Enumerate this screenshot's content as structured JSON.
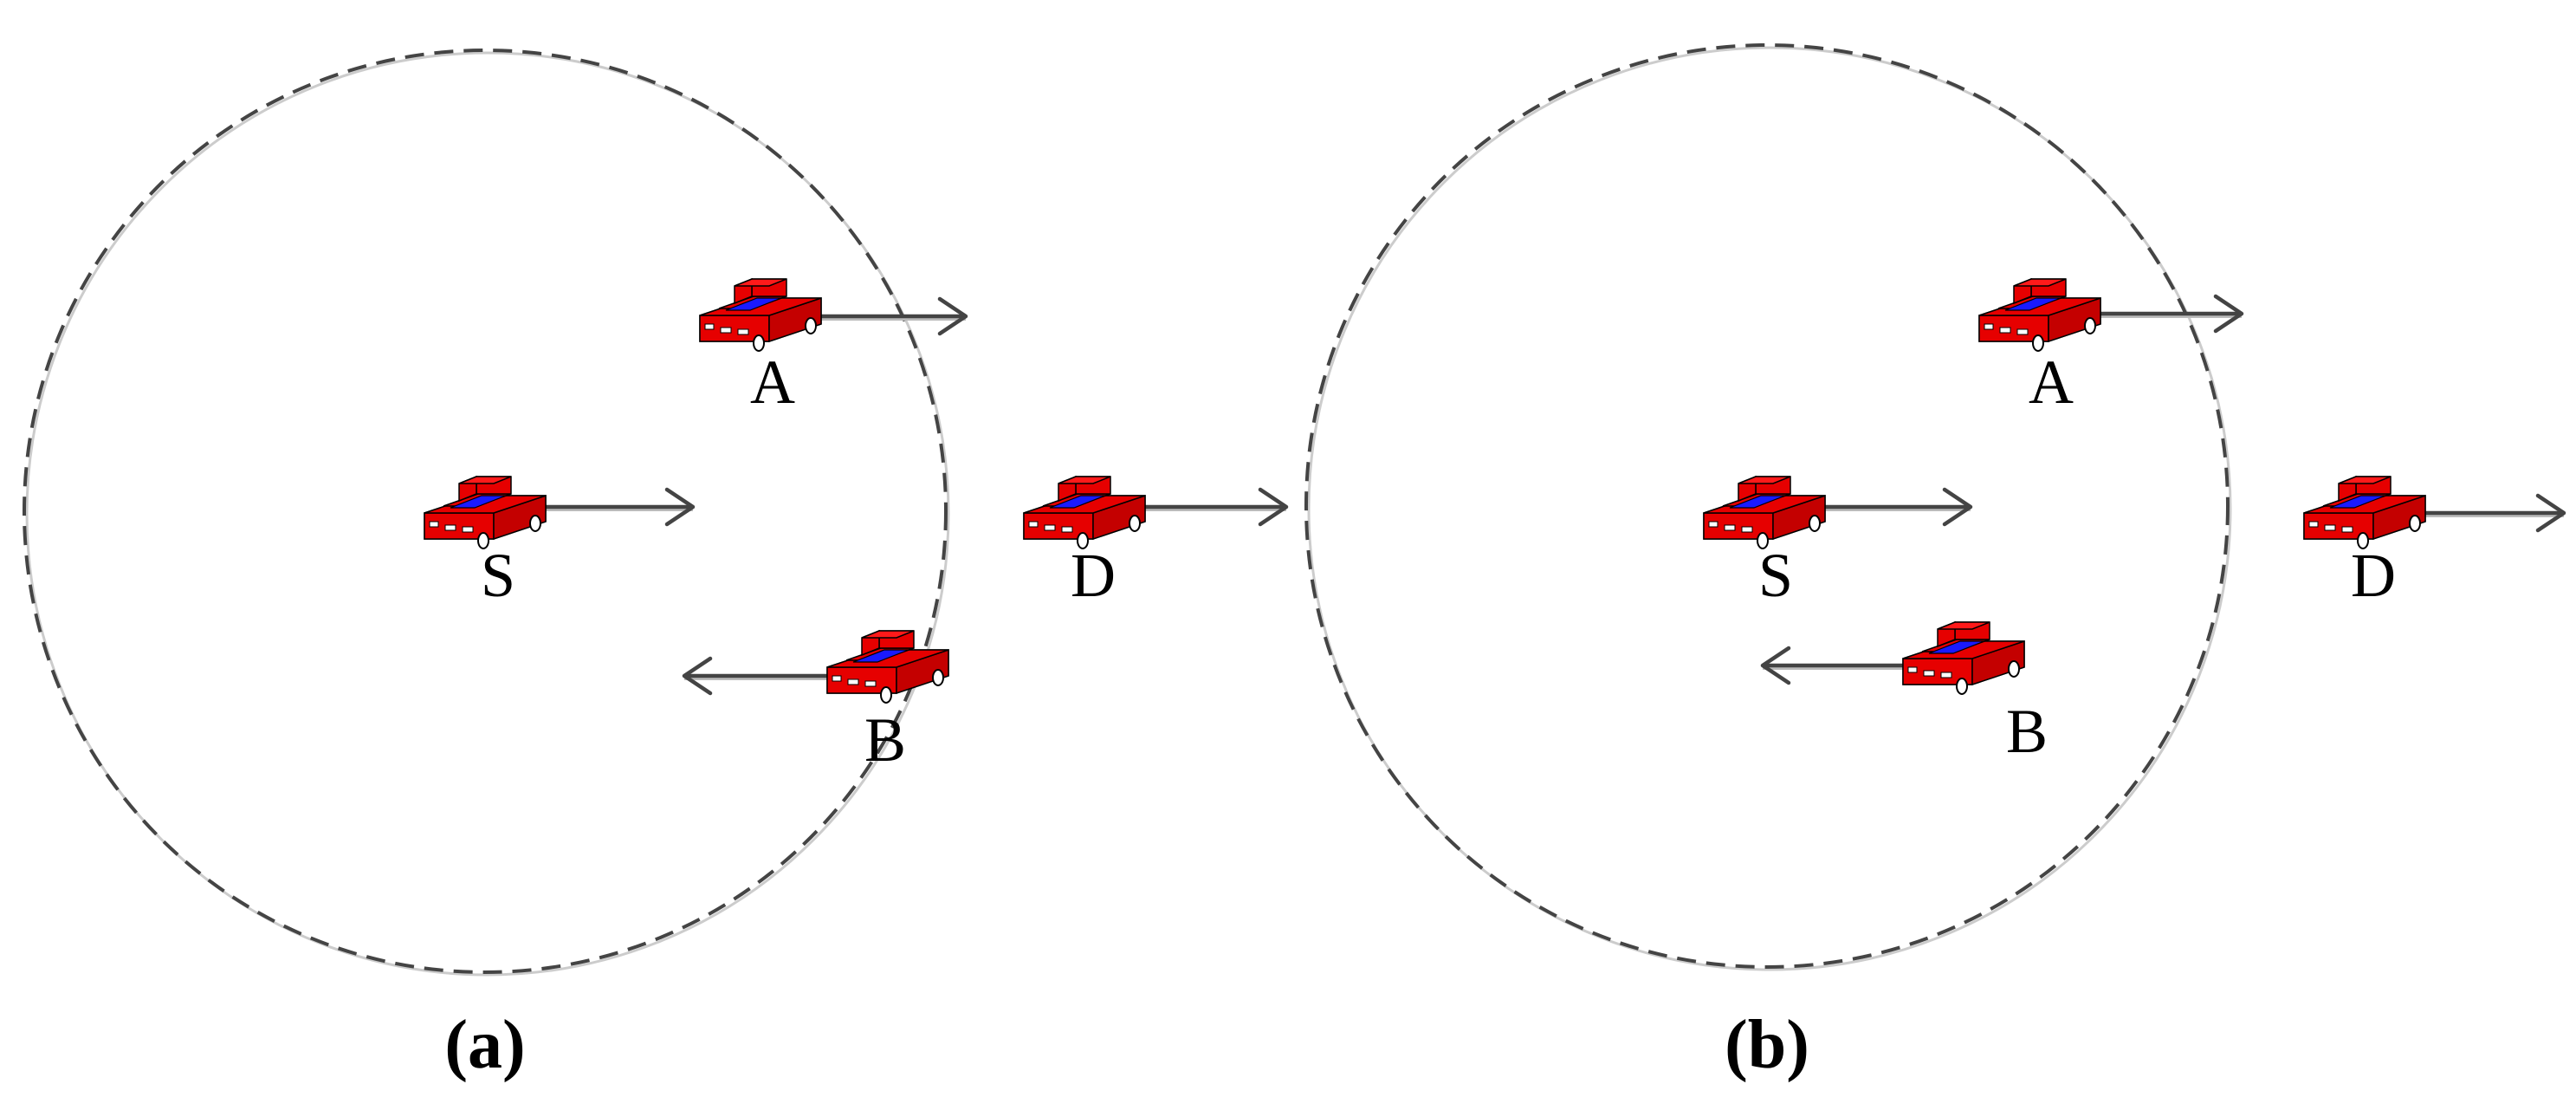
{
  "panels": [
    {
      "label": "(a)",
      "vehicles": [
        {
          "id": "A",
          "label": "A",
          "direction": "right"
        },
        {
          "id": "S",
          "label": "S",
          "direction": "right"
        },
        {
          "id": "D",
          "label": "D",
          "direction": "right"
        },
        {
          "id": "B",
          "label": "B",
          "direction": "left"
        }
      ]
    },
    {
      "label": "(b)",
      "vehicles": [
        {
          "id": "A",
          "label": "A",
          "direction": "right"
        },
        {
          "id": "S",
          "label": "S",
          "direction": "right"
        },
        {
          "id": "D",
          "label": "D",
          "direction": "right"
        },
        {
          "id": "B",
          "label": "B",
          "direction": "left"
        }
      ]
    }
  ],
  "colors": {
    "car_body": "#e60000",
    "car_body_dark": "#b80000",
    "car_window": "#1a1aff",
    "range_circle": "#444444",
    "arrow": "#444444"
  },
  "icons": {
    "vehicle": "car-icon"
  }
}
